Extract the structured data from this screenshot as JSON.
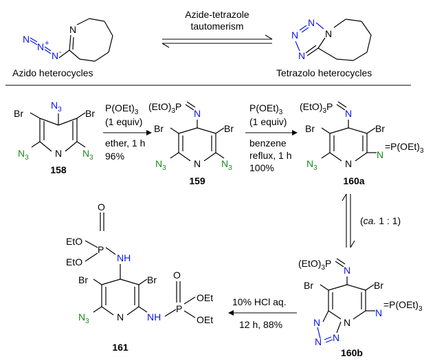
{
  "colors": {
    "azide": "#0a14e6",
    "nitrogen_green": "#1a8a1a",
    "ink": "#000000"
  },
  "top": {
    "equilibrium_label_line1": "Azide-tetrazole",
    "equilibrium_label_line2": "tautomerism",
    "left_caption": "Azido heterocycles",
    "right_caption": "Tetrazolo heterocycles",
    "azide_n1": "N",
    "azide_n2": "N",
    "azide_n3": "N",
    "azide_plus": "+",
    "azide_minus": "-",
    "ring_n": "N",
    "tetrazole_n1": "N",
    "tetrazole_n2": "N",
    "tetrazole_n3": "N",
    "tetrazole_n4": "N"
  },
  "atoms": {
    "n3": "N",
    "n3_sub": "3",
    "br": "Br",
    "n": "N",
    "nh": "NH",
    "o": "O",
    "p": "P",
    "p_oet3_prefix": "(EtO)",
    "p_oet3_sub": "3",
    "p_oet3_suffix": "P",
    "eq_p_oet": "=P(OEt)",
    "eq_p_sub": "3",
    "eto": "EtO",
    "oet": "OEt"
  },
  "compounds": {
    "c158": "158",
    "c159": "159",
    "c160a": "160a",
    "c160b": "160b",
    "c161": "161"
  },
  "steps": {
    "step1_line1": "P(OEt)",
    "step1_line1_sub": "3",
    "step1_line2": "(1 equiv)",
    "step1_line3": "ether, 1 h",
    "step1_line4": "96%",
    "step2_line1": "P(OEt)",
    "step2_line1_sub": "3",
    "step2_line2": "(1 equiv)",
    "step2_line3": "benzene",
    "step2_line4": "reflux, 1 h",
    "step2_line5": "100%",
    "eq_ratio_open": "(",
    "eq_ratio_ca": "ca.",
    "eq_ratio_rest": " 1 : 1)",
    "step3_line1": "10% HCl aq.",
    "step3_line2": "12 h, 88%"
  }
}
